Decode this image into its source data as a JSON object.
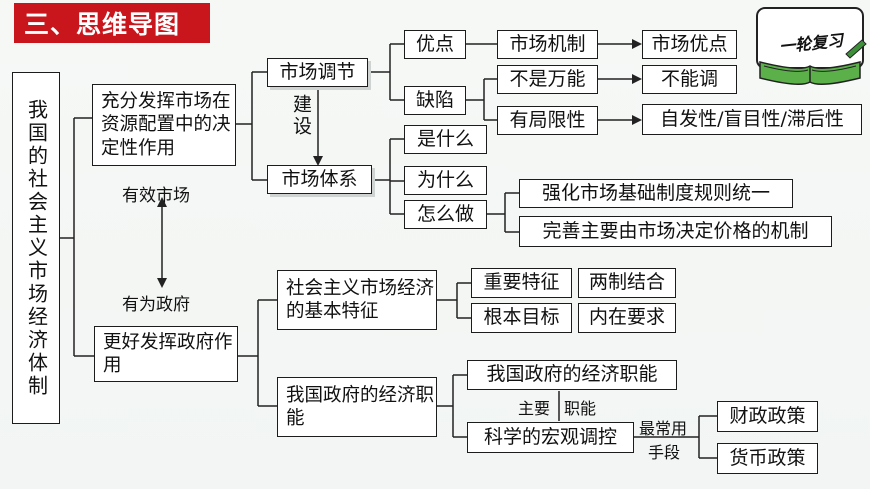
{
  "header": {
    "title": "三、思维导图"
  },
  "badge": {
    "text": "一轮复习"
  },
  "root": "我国的社会主义市场经济体制",
  "level1": {
    "market": "充分发挥市场在资源配置中的决定性作用",
    "government": "更好发挥政府作用"
  },
  "connector": {
    "top": "有效市场",
    "bottom": "有为政府"
  },
  "market_branch": {
    "regulation": "市场调节",
    "jianshe": "建设",
    "system": "市场体系",
    "advantage": "优点",
    "mechanism": "市场机制",
    "market_advantage": "市场优点",
    "defect": "缺陷",
    "not_omnipotent": "不是万能",
    "cannot_adjust": "不能调",
    "limited": "有局限性",
    "spontaneous": "自发性/盲目性/滞后性",
    "what": "是什么",
    "why": "为什么",
    "how": "怎么做",
    "how1": "强化市场基础制度规则统一",
    "how2": "完善主要由市场决定价格的机制"
  },
  "gov_branch": {
    "basic_features": "社会主义市场经济的基本特征",
    "important_feature": "重要特征",
    "two_systems": "两制结合",
    "fundamental_goal": "根本目标",
    "inner_requirement": "内在要求",
    "economic_functions": "我国政府的经济职能",
    "gov_functions": "我国政府的经济职能",
    "main_function_a": "主要",
    "main_function_b": "职能",
    "macro_control": "科学的宏观调控",
    "common_means_a": "最常用",
    "common_means_b": "手段",
    "fiscal_policy": "财政政策",
    "monetary_policy": "货币政策"
  }
}
